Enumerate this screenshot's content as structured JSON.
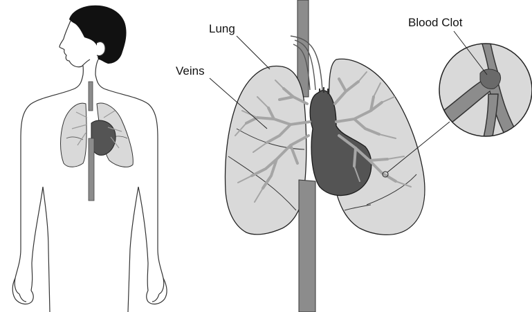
{
  "labels": {
    "lung": "Lung",
    "veins": "Veins",
    "blood_clot": "Blood Clot"
  },
  "colors": {
    "lung_fill": "#d9d9d9",
    "vessel_fill": "#8c8c8c",
    "heart_fill": "#545454",
    "clot_fill": "#6a6a6a",
    "hair_fill": "#111111",
    "outline": "#222222"
  }
}
